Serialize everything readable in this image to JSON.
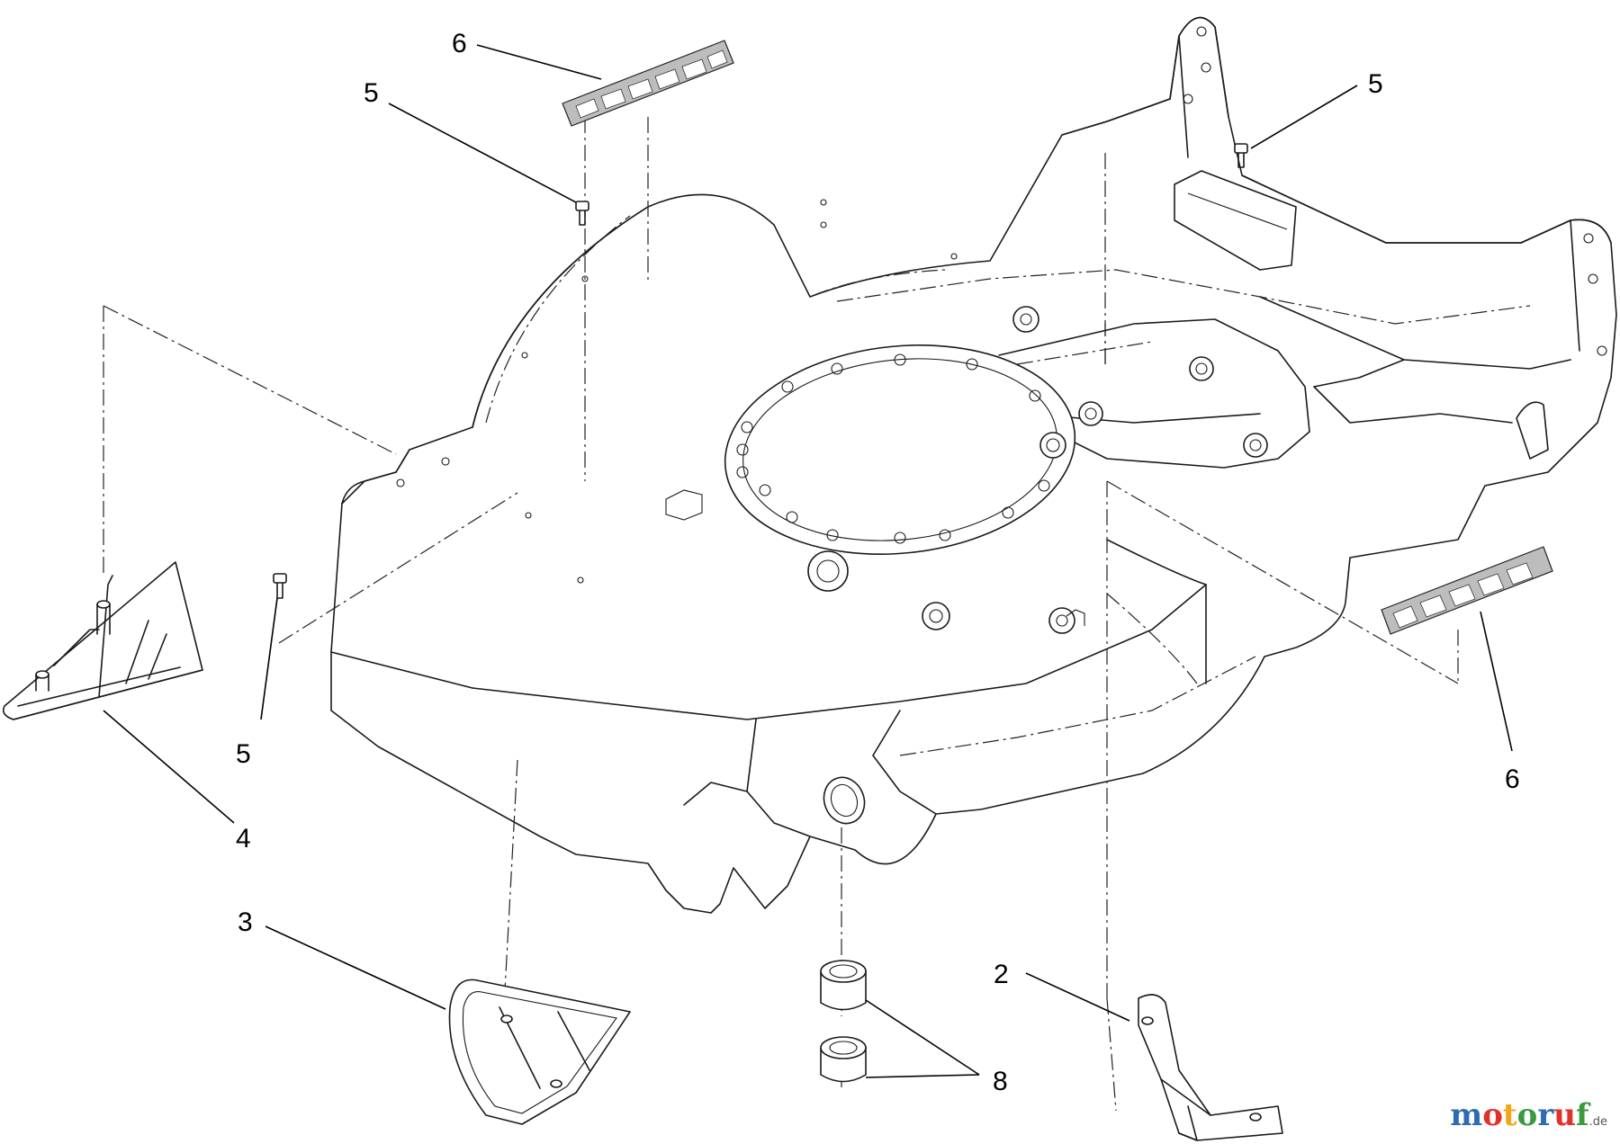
{
  "callouts": [
    {
      "id": "c6a",
      "text": "6"
    },
    {
      "id": "c5a",
      "text": "5"
    },
    {
      "id": "c5b",
      "text": "5"
    },
    {
      "id": "c5c",
      "text": "5"
    },
    {
      "id": "c4",
      "text": "4"
    },
    {
      "id": "c6b",
      "text": "6"
    },
    {
      "id": "c3",
      "text": "3"
    },
    {
      "id": "c2",
      "text": "2"
    },
    {
      "id": "c8",
      "text": "8"
    }
  ],
  "watermark": {
    "letters": [
      "m",
      "o",
      "t",
      "o",
      "r",
      "u",
      "f"
    ],
    "colors": [
      "#2c6cb0",
      "#e0312a",
      "#f2a516",
      "#3a9a3c",
      "#2c6cb0",
      "#e0312a",
      "#3a9a3c"
    ],
    "suffix": ".de"
  }
}
